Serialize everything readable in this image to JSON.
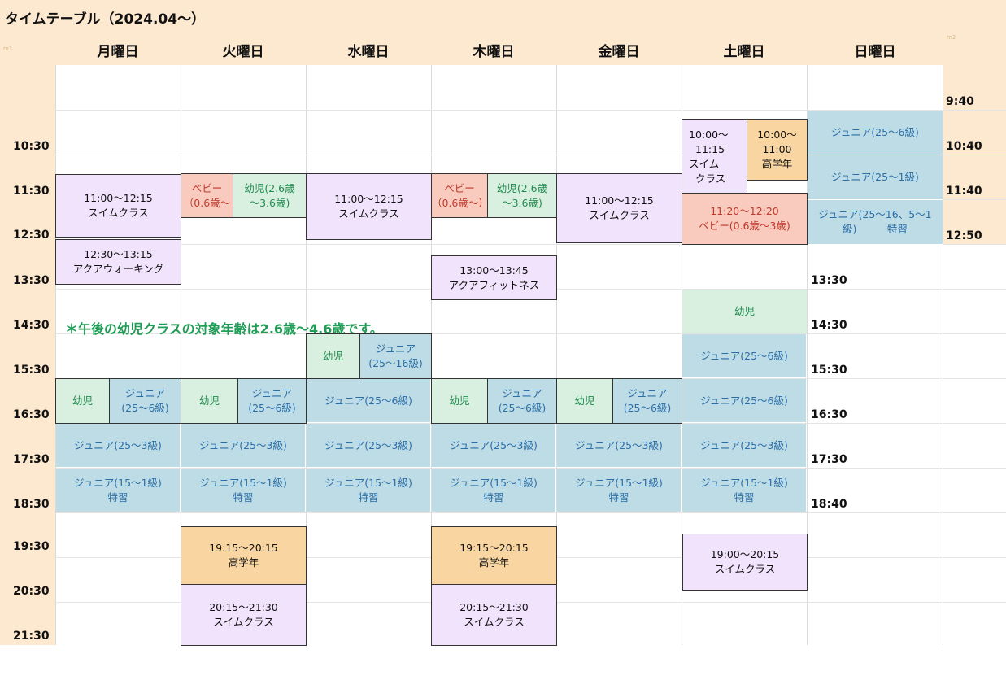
{
  "title": "タイムテーブル（2024.04～）",
  "corner_marks": {
    "left": "m1",
    "right": "m2"
  },
  "days": [
    "月曜日",
    "火曜日",
    "水曜日",
    "木曜日",
    "金曜日",
    "土曜日",
    "日曜日"
  ],
  "left_times": [
    "10:30",
    "11:30",
    "12:30",
    "13:30",
    "14:30",
    "15:30",
    "16:30",
    "17:30",
    "18:30",
    "19:30",
    "20:30",
    "21:30"
  ],
  "right_times": [
    "9:40",
    "10:40",
    "11:40",
    "12:50"
  ],
  "sunday_times": [
    "13:30",
    "14:30",
    "15:30",
    "16:30",
    "17:30",
    "18:40"
  ],
  "note": "＊午後の幼児クラスの対象年齢は2.6歳～4.6歳です。",
  "classes": {
    "mon_swim_time": "11:00～12:15",
    "mon_swim_name": "スイムクラス",
    "mon_walk_time": "12:30～13:15",
    "mon_walk_name": "アクアウォーキング",
    "tue_baby_1": "ベビー",
    "tue_baby_2": "（0.6歳～",
    "tue_youji_1": "幼児(2.6歳",
    "tue_youji_2": "～3.6歳)",
    "wed_swim_time": "11:00～12:15",
    "wed_swim_name": "スイムクラス",
    "thu_baby_1": "ベビー",
    "thu_baby_2": "（0.6歳～）",
    "thu_youji_1": "幼児(2.6歳",
    "thu_youji_2": "～3.6歳)",
    "thu_fit_time": "13:00～13:45",
    "thu_fit_name": "アクアフィットネス",
    "fri_swim_time": "11:00～12:15",
    "fri_swim_name": "スイムクラス",
    "sat_swim_1": "10:00～",
    "sat_swim_2": "11:15",
    "sat_swim_3": "スイム",
    "sat_swim_4": "クラス",
    "sat_high_1": "10:00～",
    "sat_high_2": "11:00",
    "sat_high_3": "高学年",
    "sat_baby_time": "11:20～12:20",
    "sat_baby_name": "ベビー(0.6歳～3歳)",
    "sun_jr_1": "ジュニア(25～6級)",
    "sun_jr_2": "ジュニア(25～1級)",
    "sun_jr_3a": "ジュニア(25～16、5～1",
    "sun_jr_3b": "級)　　　特習",
    "youji": "幼児",
    "jr_25_16_a": "ジュニア",
    "jr_25_16_b": "(25～16級)",
    "jr_25_6": "ジュニア(25～6級)",
    "jr_a": "ジュニア",
    "jr_b": "(25～6級)",
    "jr_25_3": "ジュニア(25～3級)",
    "jr_15_1": "ジュニア(15～1級)",
    "tokushu": "特習",
    "eve_high_time": "19:15～20:15",
    "eve_high_name": "高学年",
    "eve_swim_time": "20:15～21:30",
    "eve_swim_name": "スイムクラス",
    "sat_eve_time": "19:00～20:15",
    "sat_eve_name": "スイムクラス"
  }
}
